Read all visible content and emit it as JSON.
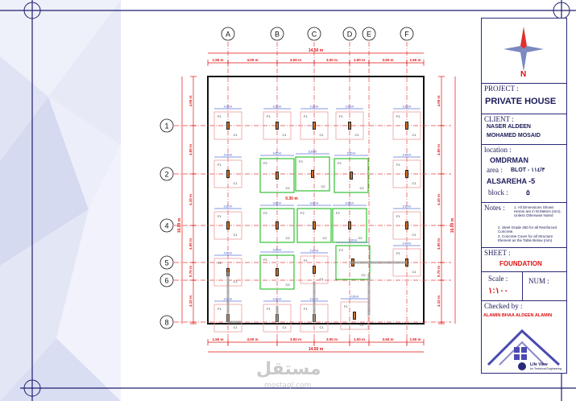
{
  "grid": {
    "columns": [
      "A",
      "B",
      "C",
      "D",
      "E",
      "F"
    ],
    "rows": [
      "1",
      "2",
      "4",
      "5",
      "6",
      "8"
    ]
  },
  "dimensions": {
    "top_segments": [
      "1.50 m",
      "4.00 m",
      "3.00 m",
      "3.00 m",
      "1.00 m",
      "3.50 m",
      "1.50 m"
    ],
    "top_total": "14.50 m",
    "bottom_segments": [
      "1.50 m",
      "4.00 m",
      "3.00 m",
      "3.00 m",
      "1.00 m",
      "3.50 m",
      "1.50 m"
    ],
    "bottom_total": "14.50 m",
    "side_segments": [
      "4.00 m",
      "4.00 m",
      "4.10 m",
      "4.00 m",
      "0.70 m",
      "4.10 m",
      "1.50 m"
    ],
    "side_total": "16.00 m"
  },
  "drawing_labels": {
    "footing": "F1",
    "footing_alt": "F2",
    "column": "C1",
    "column_alt": "C2",
    "mid_note": "0.30 m",
    "dim_small": "2.20 m",
    "dim_small_alt": "3.20 m"
  },
  "title_block": {
    "north_label": "N",
    "project_label": "PROJECT :",
    "project_value": "PRIVATE HOUSE",
    "client_label": "CLIENT :",
    "client_line1": "NASER ALDEEN",
    "client_line2": "MOHAMED MOSAID",
    "location_label": "location :",
    "location_value": "OMDRMAN",
    "area_label": "area :",
    "area_value": "BLOT - ١١٤/٣",
    "area_value2": "ALSAREHA -5",
    "block_label": "block :",
    "block_value": "٥",
    "notes_label": "Notes :",
    "notes": [
      "1. All Dimensions Shown Herein are in M.Meters (mm). Unless Otherwise Noted",
      "2. Steel Grade 460 for all Reinforced Concrete.",
      "3. Concrete Cover for all Structure Element as the Table Below (mm)"
    ],
    "sheet_label": "SHEET :",
    "sheet_value": "FOUNDATION",
    "scale_label": "Scale :",
    "scale_value": "١:١٠٠",
    "num_label": "NUM :",
    "checked_label": "Checked by :",
    "checked_value": "ALAMIN BHAA ALDEEN ALAMIN",
    "logo_text": "Life View",
    "logo_sub": "for Technical Engineering"
  },
  "watermark": {
    "arabic": "مستقل",
    "latin": "mostaql.com"
  },
  "colors": {
    "frame": "#1f1f6e",
    "grid_line": "#e04040",
    "dim_line": "#e01010",
    "footing_f1": "#e89090",
    "footing_f2": "#22bb22",
    "column": "#222222",
    "dim_blue": "#1030c0",
    "wm": "#c9c9c9",
    "bg_tint": "#dfe3f5"
  }
}
